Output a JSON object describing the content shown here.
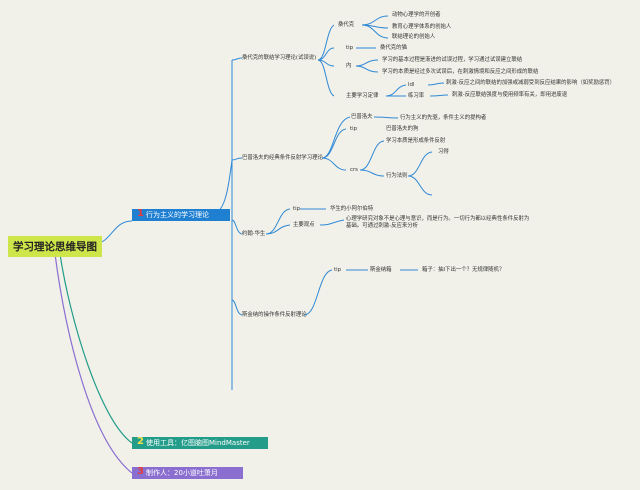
{
  "root": {
    "title": "学习理论思维导图"
  },
  "branches": [
    {
      "num": "1",
      "label": "行为主义的学习理论"
    },
    {
      "num": "2",
      "label": "使用工具：亿图脑图MindMaster"
    },
    {
      "num": "3",
      "label": "制作人：20小道吐萧月"
    }
  ],
  "nodes": {
    "thorndike": {
      "title": "桑代克的联结学习理论(试误说)",
      "role": "桑代克",
      "roles": [
        "动物心理学的开创者",
        "教育心理学体系的创始人",
        "联结理论的创始人"
      ],
      "exp_key": "tip",
      "exp": "桑代克的猫",
      "view_key": "内",
      "views": [
        "学习的基本过程是渐进的试误过程，学习通过试误建立联结",
        "学习的本质是经过多次试误后，在刺激情境和反应之间形成的联结"
      ],
      "laws": "主要学习定律",
      "law1_key": "ldl",
      "law1": "刺激-反应之间的联结的加强或减弱受到反应结果的影响（如奖励惩罚）",
      "law2": "练习率",
      "law2_text": "刺激-反应联结强度与使用频率有关，即用进废退"
    },
    "pavlov": {
      "title": "巴普洛夫的经典条件反射学习理论",
      "person": "巴普洛夫",
      "person_text": "行为主义的先驱，条件主义的提构者",
      "exp_key": "tip",
      "exp": "巴普洛夫的狗",
      "sub_key": "crs",
      "phenom": "学习本质是形成条件反射",
      "law": "行为法则",
      "law_child": "习得"
    },
    "watson": {
      "title": "约翰·华生",
      "tip_key": "tip",
      "tip": "华生的小阿尔伯特",
      "view": "主要观点",
      "view_text": "心理学研究对象不是心理与意识，而是行为。一切行为都以经典性条件反射为基础。可通过刺激-反应来分析"
    },
    "skinner": {
      "title": "斯金纳的操作条件反射理论",
      "tip_key": "tip",
      "box": "斯金纳箱",
      "box_text": "箱子：抽l下出一个？无规律随机？"
    }
  }
}
